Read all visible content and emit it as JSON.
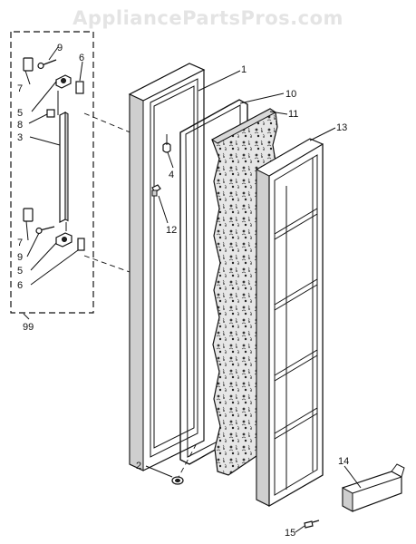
{
  "watermark": "AppliancePartsPros.com",
  "callouts": {
    "c1": "1",
    "c10": "10",
    "c11": "11",
    "c13": "13",
    "c4": "4",
    "c12": "12",
    "c2": "2",
    "c14": "14",
    "c15": "15",
    "c99": "99",
    "k9a": "9",
    "k6a": "6",
    "k7a": "7",
    "k5a": "5",
    "k8": "8",
    "k3": "3",
    "k7b": "7",
    "k9b": "9",
    "k5b": "5",
    "k6b": "6"
  }
}
